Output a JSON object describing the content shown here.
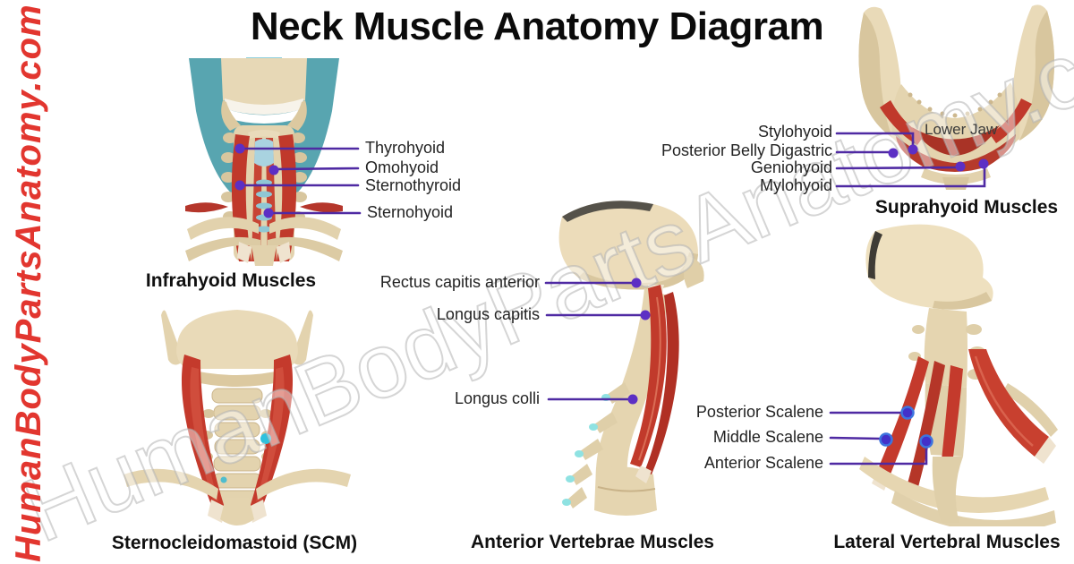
{
  "title": "Neck Muscle Anatomy Diagram",
  "watermarks": {
    "left_vertical": "HumanBodyPartsAnatomy.com",
    "diagonal": "HumanBodyPartsAnatomy.com"
  },
  "figures": {
    "infrahyoid": {
      "caption": "Infrahyoid Muscles",
      "labels": [
        "Thyrohyoid",
        "Omohyoid",
        "Sternothyroid",
        "Sternohyoid"
      ]
    },
    "suprahyoid": {
      "caption": "Suprahyoid Muscles",
      "overlay_text": "Lower Jaw",
      "labels": [
        "Stylohyoid",
        "Posterior Belly Digastric",
        "Geniohyoid",
        "Mylohyoid"
      ]
    },
    "scm": {
      "caption": "Sternocleidomastoid (SCM)"
    },
    "anterior_vertebrae": {
      "caption": "Anterior Vertebrae Muscles",
      "labels": [
        "Rectus capitis anterior",
        "Longus capitis",
        "Longus colli"
      ]
    },
    "lateral_vertebral": {
      "caption": "Lateral Vertebral Muscles",
      "labels": [
        "Posterior Scalene",
        "Middle Scalene",
        "Anterior Scalene"
      ]
    }
  },
  "colors": {
    "leader_line": "#4f2aa3",
    "leader_dot": "#5c2fc4",
    "scalene_dot_fill": "#4331c9",
    "scalene_dot_ring": "#3d74de",
    "watermark_red": "#e2362f",
    "muscle_red": "#c0392b",
    "bone_tan": "#e7d8b6",
    "teal": "#58a5b0",
    "cyan_marker": "#2fc1de"
  }
}
